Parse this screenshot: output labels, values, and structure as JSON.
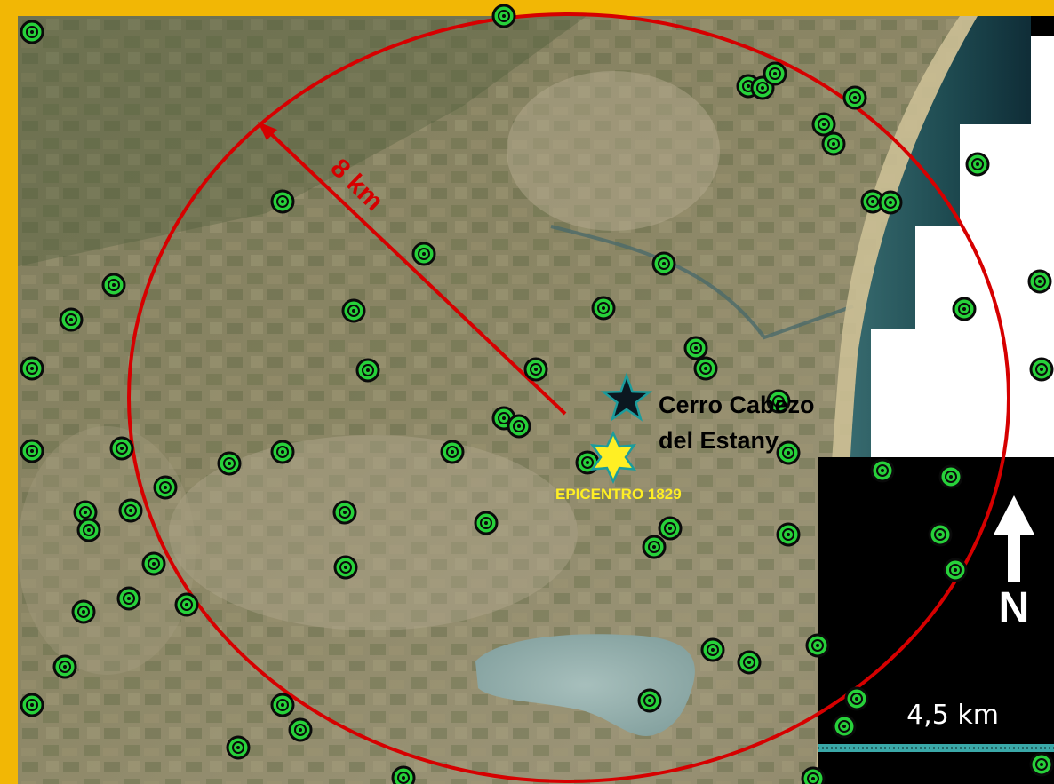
{
  "labels": {
    "radius": "8 km",
    "site_line1": "Cerro Cabezo",
    "site_line2": "del Estany",
    "epicenter": "EPICENTRO 1829",
    "north": "N",
    "scale": "4,5 km"
  },
  "colors": {
    "frame": "#f2b705",
    "circle": "#d60000",
    "marker_fill": "#27d13a",
    "marker_ring": "#0a0a0a",
    "epicenter": "#ffef24",
    "site_star": "#0b1720",
    "site_outline": "#1c9c9c",
    "north_arrow": "#ffffff",
    "scale_bar": "#3aa8a8"
  },
  "icons": {
    "markers": "green-target-icon",
    "site": "black-star-icon",
    "epicenter": "yellow-star-icon",
    "north": "north-arrow-icon"
  }
}
